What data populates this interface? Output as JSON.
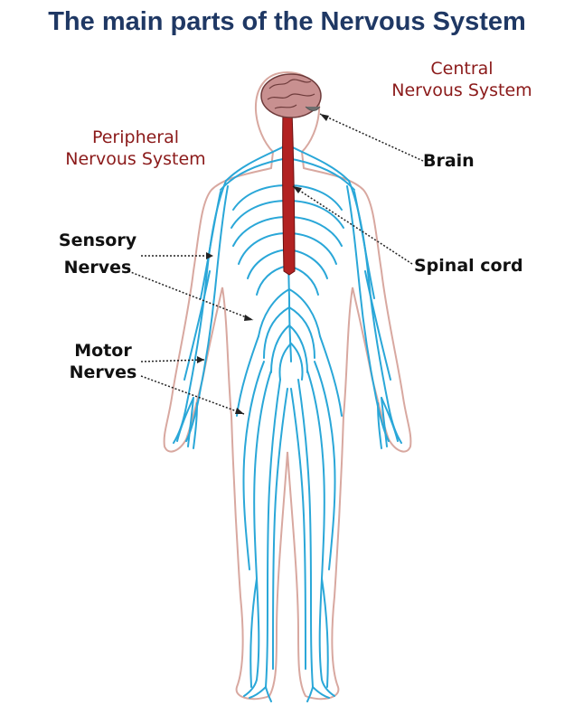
{
  "title": "The main parts of the Nervous System",
  "labels": {
    "central": {
      "line1": "Central",
      "line2": "Nervous System"
    },
    "peripheral": {
      "line1": "Peripheral",
      "line2": "Nervous System"
    },
    "brain": "Brain",
    "spinal_cord": "Spinal cord",
    "sensory": {
      "line1": "Sensory",
      "line2": "Nerves"
    },
    "motor": {
      "line1": "Motor",
      "line2": "Nerves"
    }
  },
  "colors": {
    "title": "#1f3864",
    "system_label": "#8b1a1a",
    "nerve": "#2aa7d8",
    "body_outline": "#d8a8a0",
    "spinal_cord": "#b22222",
    "brain": "#c89090"
  }
}
